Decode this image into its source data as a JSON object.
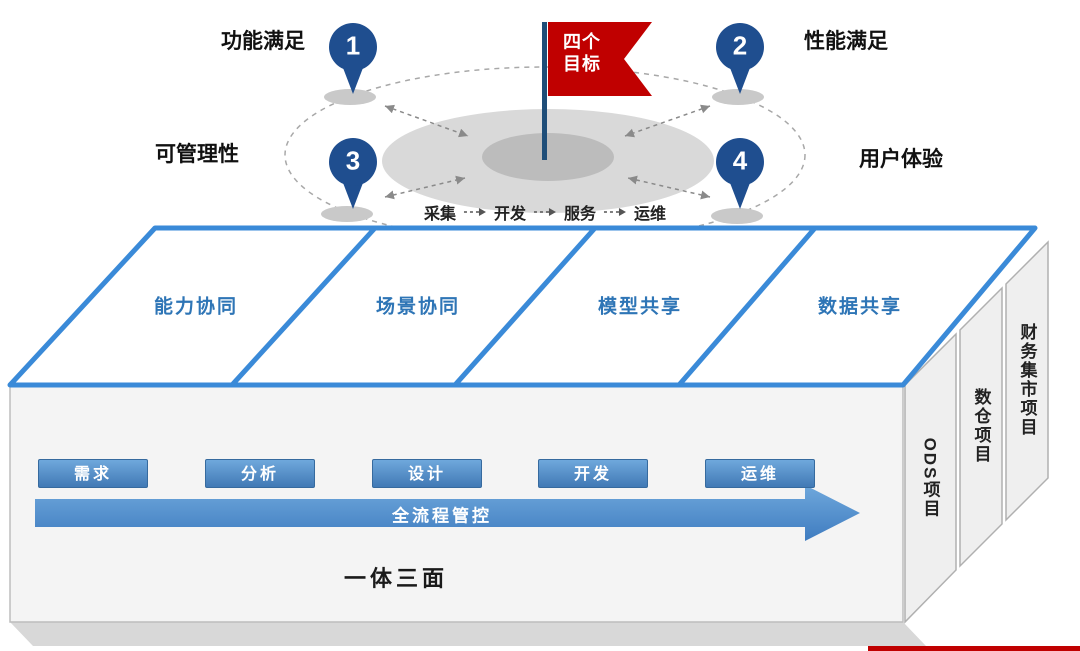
{
  "colors": {
    "pin_blue": "#1f4e8f",
    "flag_red": "#c00000",
    "surface_border_blue": "#3a8ad8",
    "cell_text_blue": "#2e75b6",
    "button_blue": "#4e8fd0"
  },
  "goals": {
    "flag": {
      "line1": "四个",
      "line2": "目标"
    },
    "pins": [
      {
        "num": "1",
        "label": "功能满足"
      },
      {
        "num": "2",
        "label": "性能满足"
      },
      {
        "num": "3",
        "label": "可管理性"
      },
      {
        "num": "4",
        "label": "用户体验"
      }
    ],
    "flow": [
      "采集",
      "开发",
      "服务",
      "运维"
    ]
  },
  "top_surface": {
    "cells": [
      "能力协同",
      "场景协同",
      "模型共享",
      "数据共享"
    ]
  },
  "front": {
    "stages": [
      "需求",
      "分析",
      "设计",
      "开发",
      "运维"
    ],
    "arrow_label": "全流程管控",
    "caption": "一体三面"
  },
  "side_panels": [
    "ODS项目",
    "数仓项目",
    "财务集市项目"
  ]
}
